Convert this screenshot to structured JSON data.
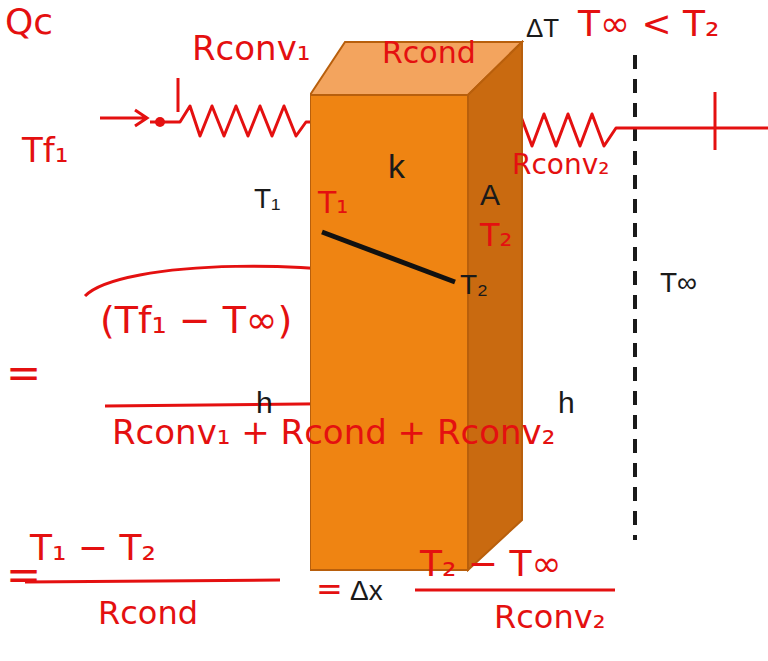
{
  "diagram": {
    "nodes": [
      {
        "text": [
          "k",
          "A"
        ]
      }
    ],
    "labels": [
      "Qc",
      "Tf₁",
      "Rconv₁",
      "Rcond",
      "T∞ < T₂",
      "ΔT",
      "Rconv₂",
      "T₁",
      "T₁",
      "T₂",
      "T₂",
      "T∞",
      "=",
      "(Tf₁ − T∞)",
      "h",
      "h",
      "Rconv₁ + Rcond + Rconv₂",
      "=",
      "T₁ − T₂",
      "Rcond",
      "=",
      "Δx",
      "T₂ − T∞",
      "Rconv₂"
    ]
  }
}
